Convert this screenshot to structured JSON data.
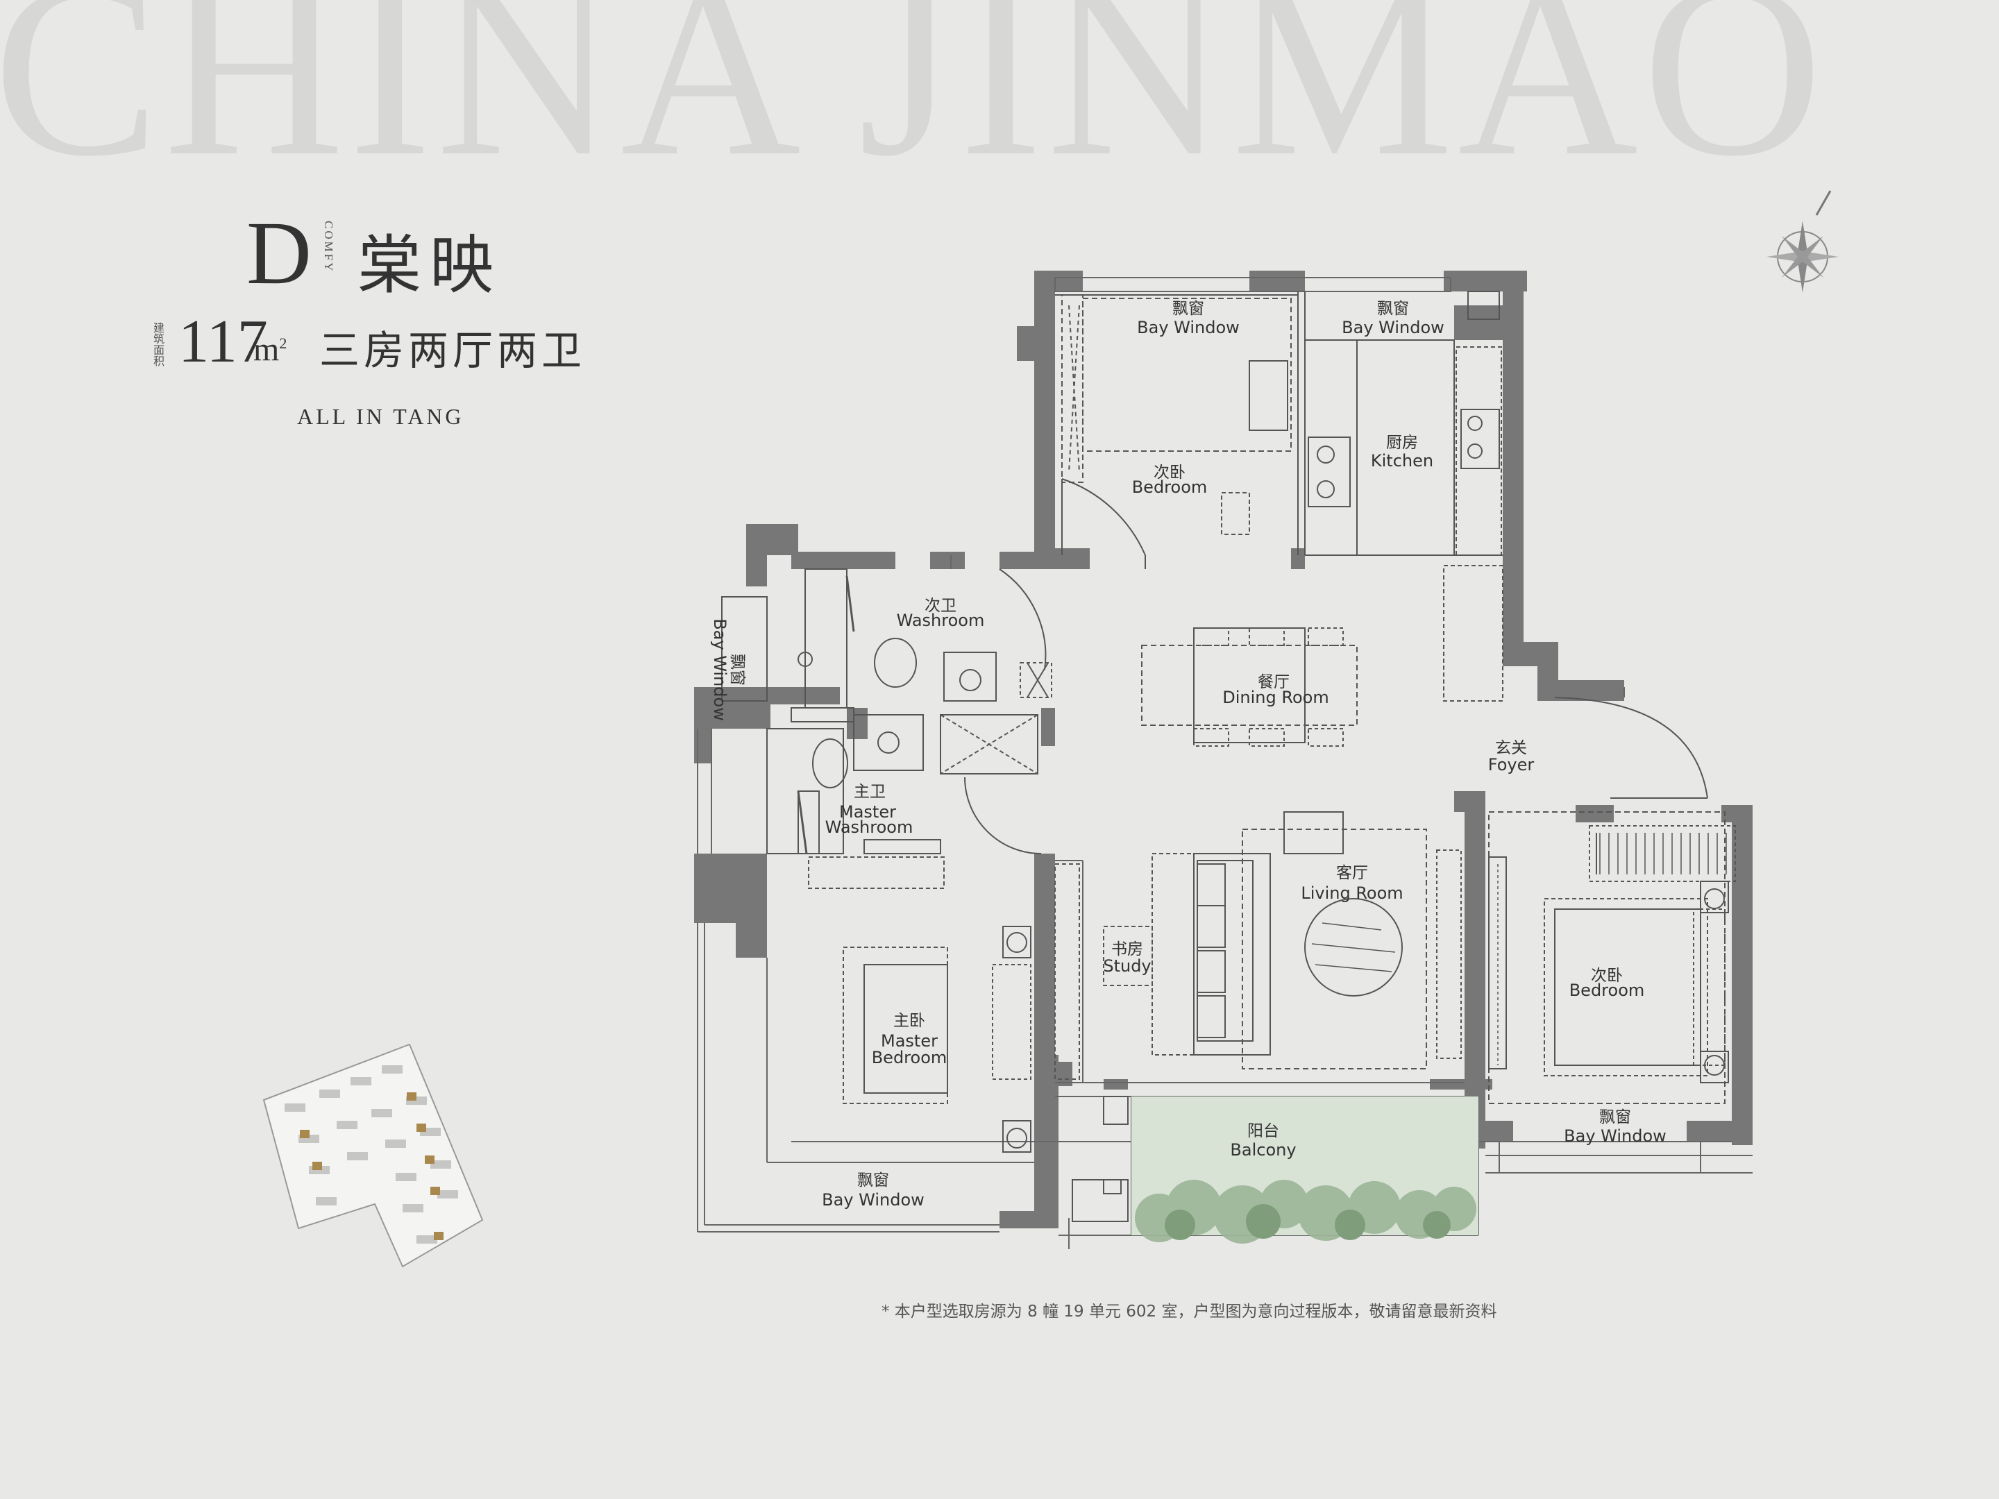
{
  "brand": "CHINA JINMAO",
  "title": {
    "letter": "D",
    "tag": "COMFY",
    "name": "棠映",
    "area_label": "建筑面积",
    "area": "117",
    "unit": "m",
    "unit_sup": "2",
    "layout": "三房两厅两卫",
    "subtitle": "ALL IN TANG"
  },
  "rooms": {
    "bay_window_a": {
      "cn": "飘窗",
      "en": "Bay Window"
    },
    "bay_window_b": {
      "cn": "飘窗",
      "en": "Bay Window"
    },
    "bedroom_top": {
      "cn": "次卧",
      "en": "Bedroom"
    },
    "kitchen": {
      "cn": "厨房",
      "en": "Kitchen"
    },
    "washroom": {
      "cn": "次卫",
      "en": "Washroom"
    },
    "bay_window_side": {
      "cn": "飘窗",
      "en": "Bay Window"
    },
    "dining": {
      "cn": "餐厅",
      "en": "Dining Room"
    },
    "foyer": {
      "cn": "玄关",
      "en": "Foyer"
    },
    "master_washroom": {
      "cn": "主卫",
      "en1": "Master",
      "en2": "Washroom"
    },
    "living": {
      "cn": "客厅",
      "en": "Living Room"
    },
    "study": {
      "cn": "书房",
      "en": "Study"
    },
    "master_bedroom": {
      "cn": "主卧",
      "en1": "Master",
      "en2": "Bedroom"
    },
    "bedroom_right": {
      "cn": "次卧",
      "en": "Bedroom"
    },
    "balcony": {
      "cn": "阳台",
      "en": "Balcony"
    },
    "bay_window_bottom_left": {
      "cn": "飘窗",
      "en": "Bay Window"
    },
    "bay_window_bottom_right": {
      "cn": "飘窗",
      "en": "Bay Window"
    }
  },
  "footnote": "* 本户型选取房源为 8 幢 19 单元 602 室，户型图为意向过程版本，敬请留意最新资料",
  "icons": {
    "compass": "compass-rose-icon",
    "site_plan": "site-plan-icon"
  },
  "colors": {
    "background": "#e8e8e6",
    "wall": "#777777",
    "line": "#555555",
    "brand_text": "#d7d7d5",
    "balcony_green": "#8aa583"
  }
}
